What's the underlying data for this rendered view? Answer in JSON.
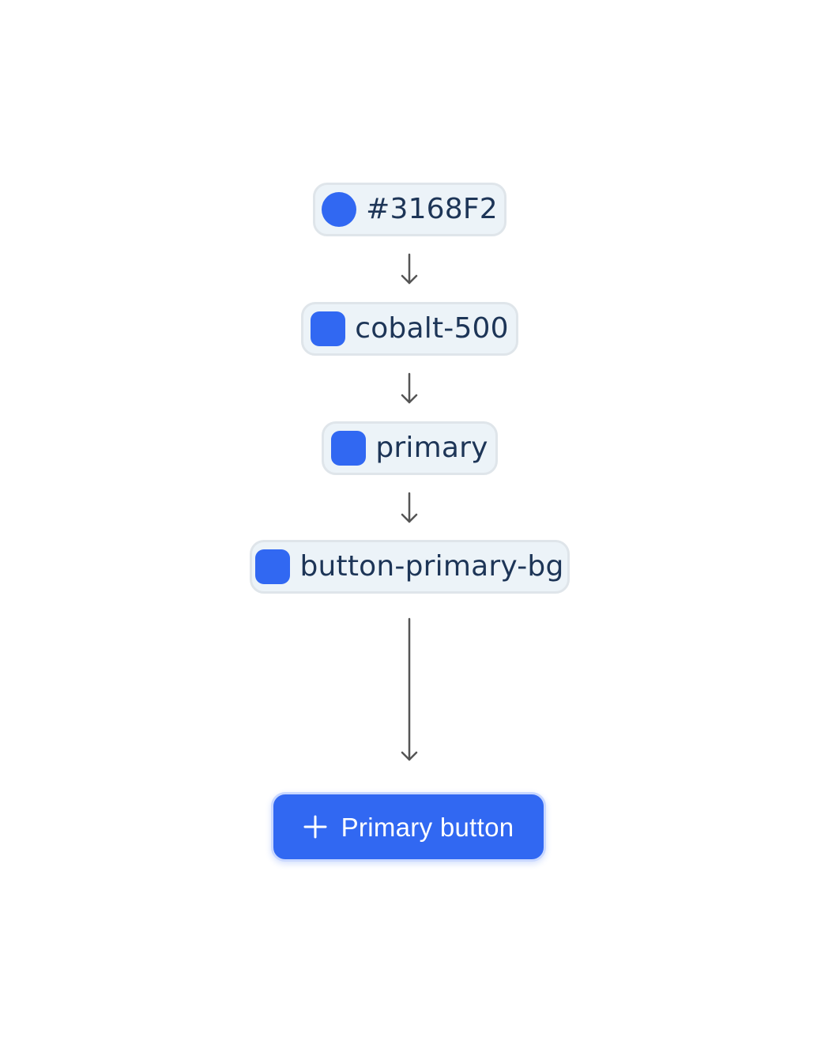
{
  "colors": {
    "brand": "#3168F2",
    "chip_bg": "#ecf3f8",
    "chip_border": "#dfe5ea",
    "text": "#1d3557",
    "arrow": "#555555",
    "button_text": "#ffffff"
  },
  "tokens": [
    {
      "label": "#3168F2",
      "swatch_shape": "circle"
    },
    {
      "label": "cobalt-500",
      "swatch_shape": "rounded-square"
    },
    {
      "label": "primary",
      "swatch_shape": "rounded-square"
    },
    {
      "label": "button-primary-bg",
      "swatch_shape": "rounded-square"
    }
  ],
  "button": {
    "label": "Primary button",
    "icon": "plus-icon"
  }
}
